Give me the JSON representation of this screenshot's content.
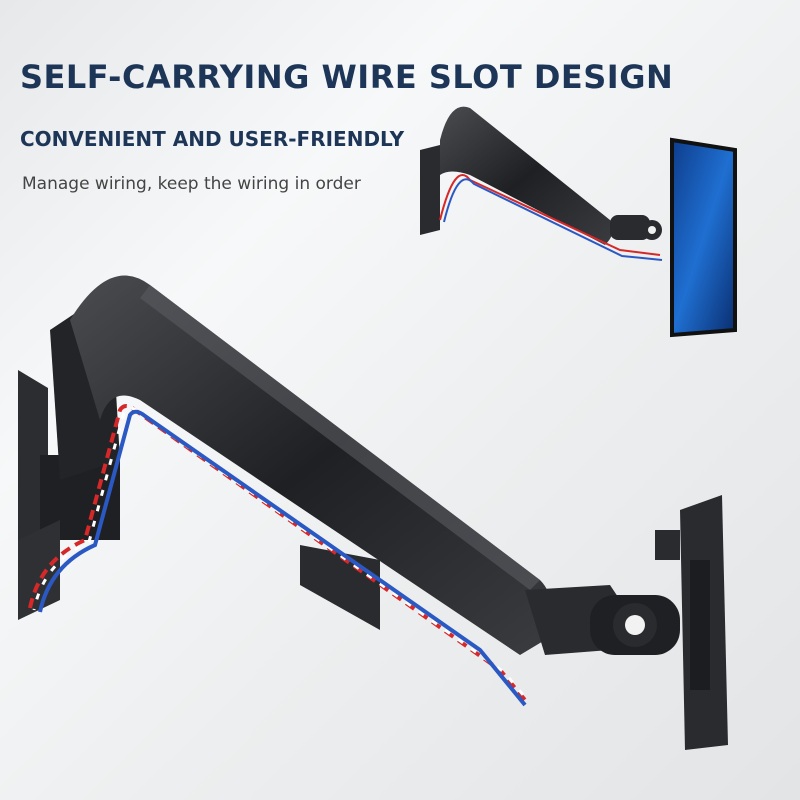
{
  "banner": {
    "headline": "SELF-CARRYING WIRE SLOT DESIGN",
    "subheadline": "CONVENIENT AND USER-FRIENDLY",
    "tagline": "Manage wiring, keep the wiring in order"
  },
  "colors": {
    "heading": "#1d3557",
    "wire_red": "#d62828",
    "wire_blue": "#2b59c3",
    "arm": "#2a2b2e"
  }
}
